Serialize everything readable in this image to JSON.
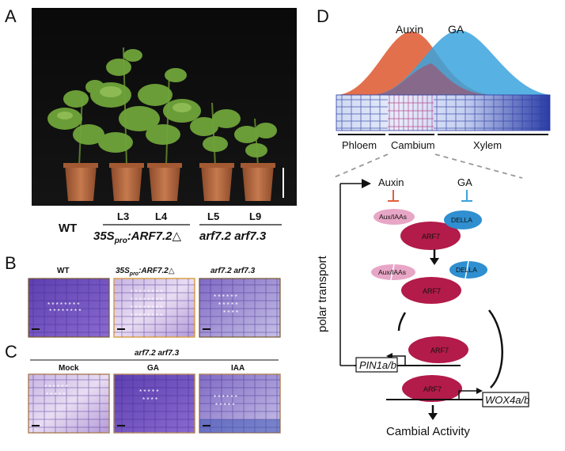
{
  "panels": {
    "a": {
      "letter": "A",
      "lines": [
        "L3",
        "L4",
        "L5",
        "L9"
      ],
      "wt": "WT",
      "overexp_prefix": "35S",
      "overexp_sub": "pro",
      "overexp_gene": ":ARF7.2",
      "overexp_symbol": "△",
      "mutant": "arf7.2 arf7.3"
    },
    "b": {
      "letter": "B",
      "wt": "WT",
      "overexp_prefix": "35S",
      "overexp_sub": "pro",
      "overexp_gene": ":ARF7.2",
      "overexp_symbol": "△",
      "mutant": "arf7.2 arf7.3"
    },
    "c": {
      "letter": "C",
      "genotype": "arf7.2 arf7.3",
      "treatments": [
        "Mock",
        "GA",
        "IAA"
      ]
    },
    "d": {
      "letter": "D",
      "auxin": "Auxin",
      "ga": "GA",
      "tissues": [
        "Phloem",
        "Cambium",
        "Xylem"
      ],
      "aux_iaas": "Aux/IAAs",
      "della": "DELLA",
      "arf7": "ARF7",
      "polar_transport": "polar transport",
      "pin": "PIN1a/b",
      "wox": "WOX4a/b",
      "output": "Cambial Activity"
    }
  },
  "colors": {
    "auxin": "#e0603a",
    "ga": "#3ba3de",
    "arf7": "#b21b4a",
    "aux_iaa": "#e8a6c6",
    "della": "#2f8fd0",
    "tissue_frame_overexp": "#d9a24a",
    "tissue_frame_treat": "#b08660"
  }
}
